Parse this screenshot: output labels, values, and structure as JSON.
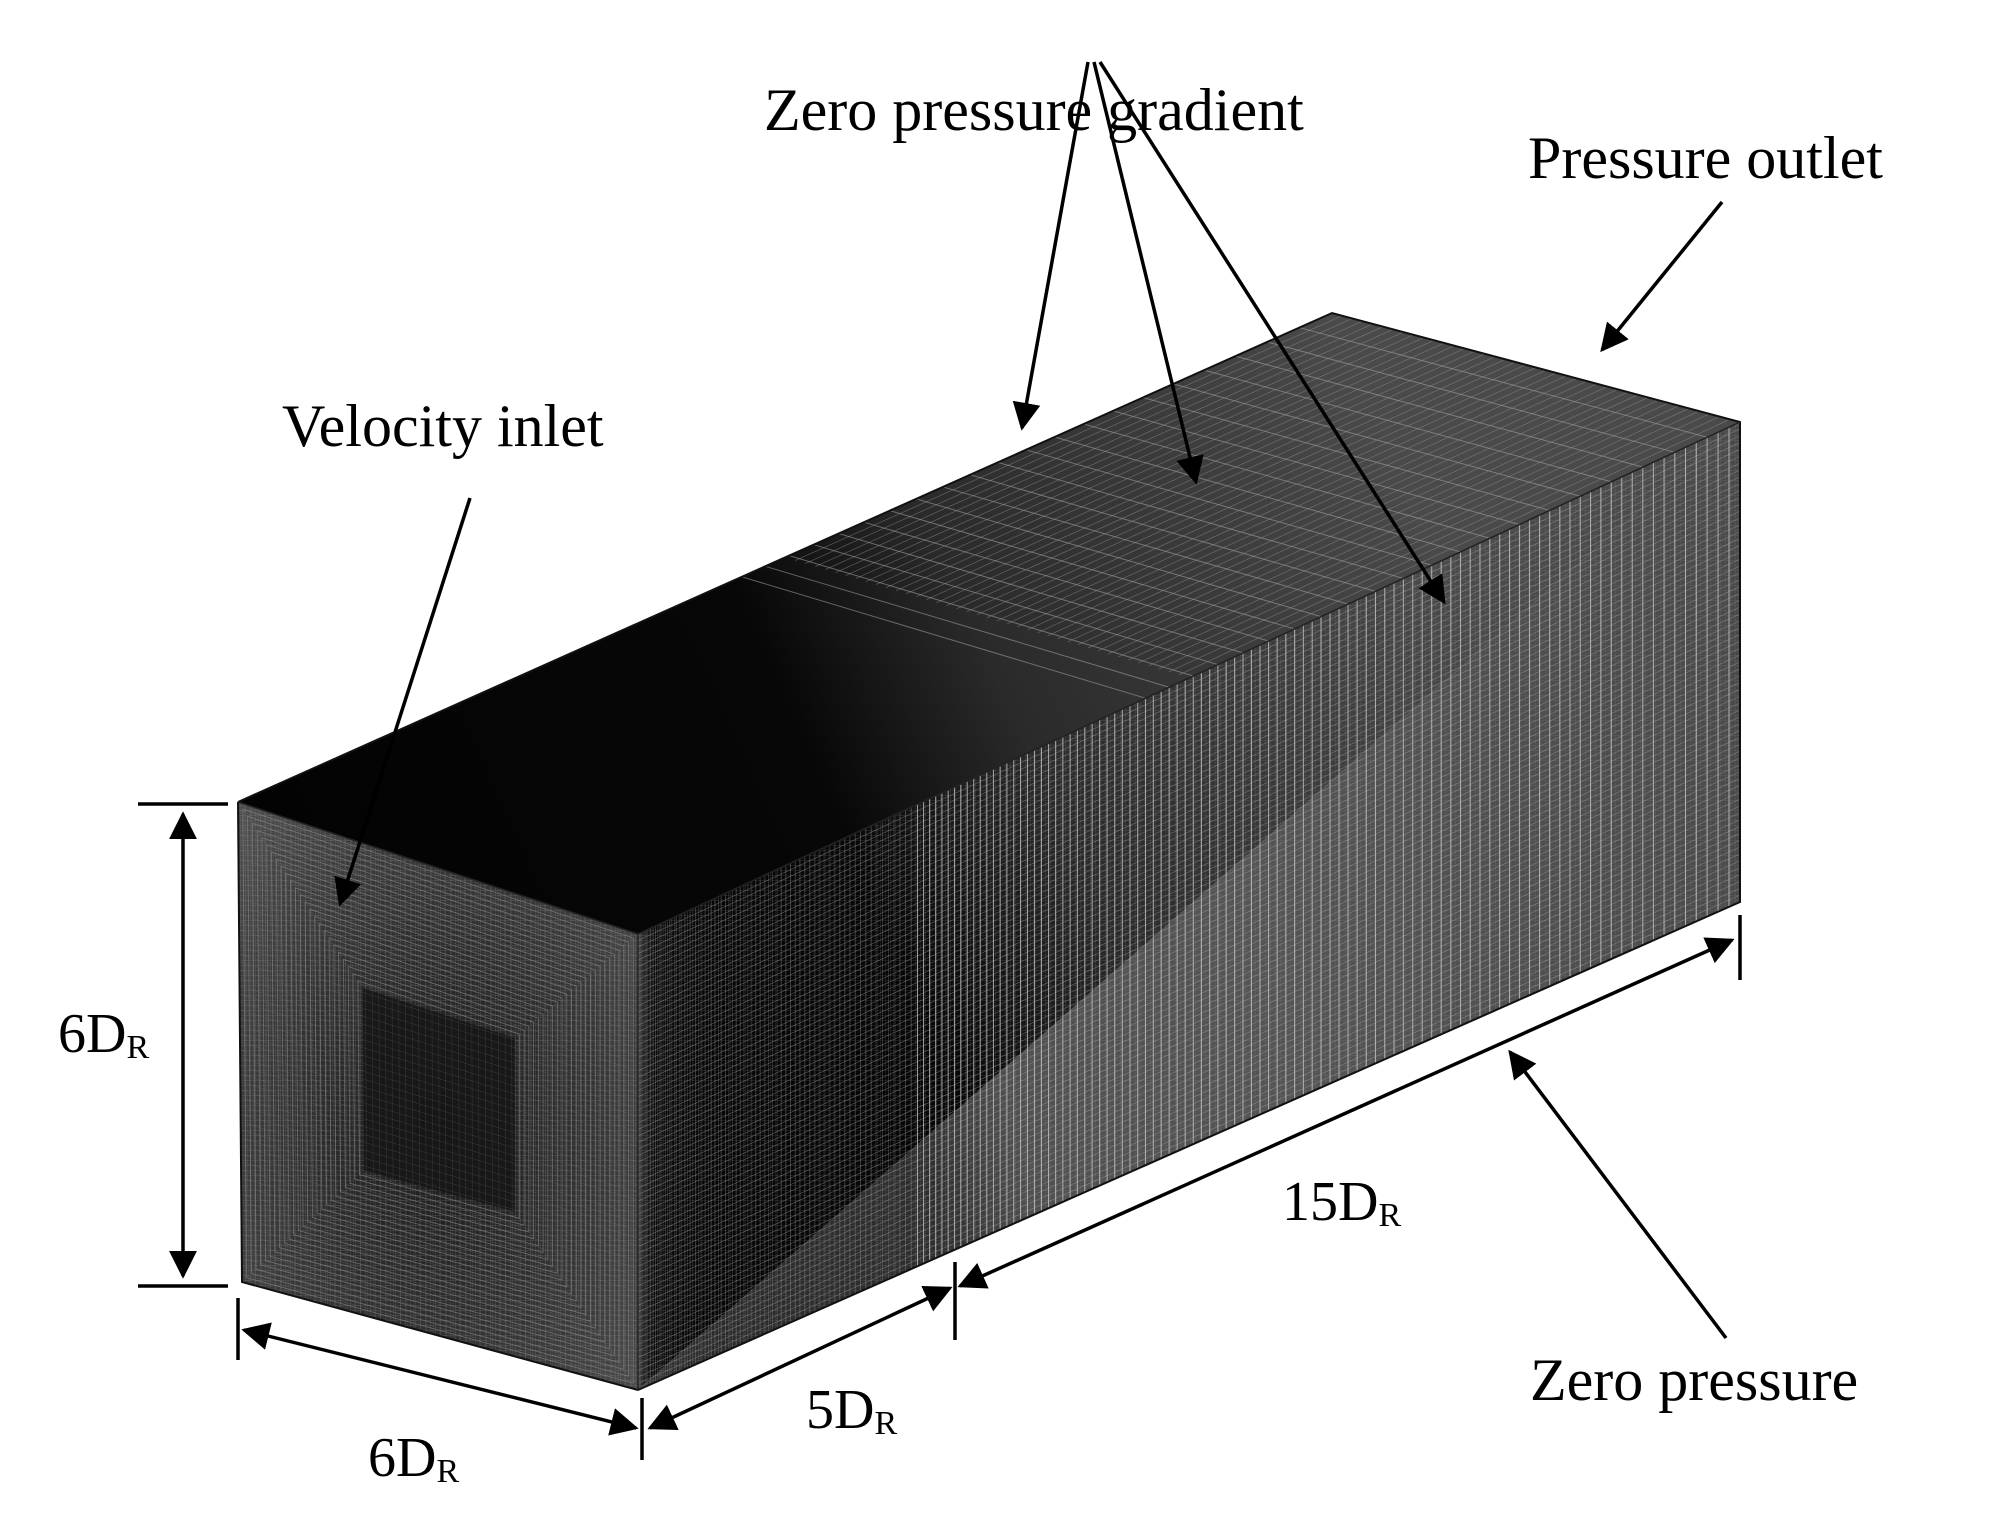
{
  "labels": {
    "zero_pressure_gradient": "Zero pressure gradient",
    "pressure_outlet": "Pressure outlet",
    "velocity_inlet": "Velocity inlet",
    "zero_pressure": "Zero pressure"
  },
  "dimensions": {
    "height": {
      "value": "6D",
      "subscript": "R"
    },
    "width": {
      "value": "6D",
      "subscript": "R"
    },
    "upstream": {
      "value": "5D",
      "subscript": "R"
    },
    "downstream": {
      "value": "15D",
      "subscript": "R"
    }
  },
  "colors": {
    "mesh_dark": "#050505",
    "mesh_mid": "#3a3a3a",
    "mesh_light": "#6e6e6e",
    "ink": "#000000",
    "background": "#ffffff"
  }
}
